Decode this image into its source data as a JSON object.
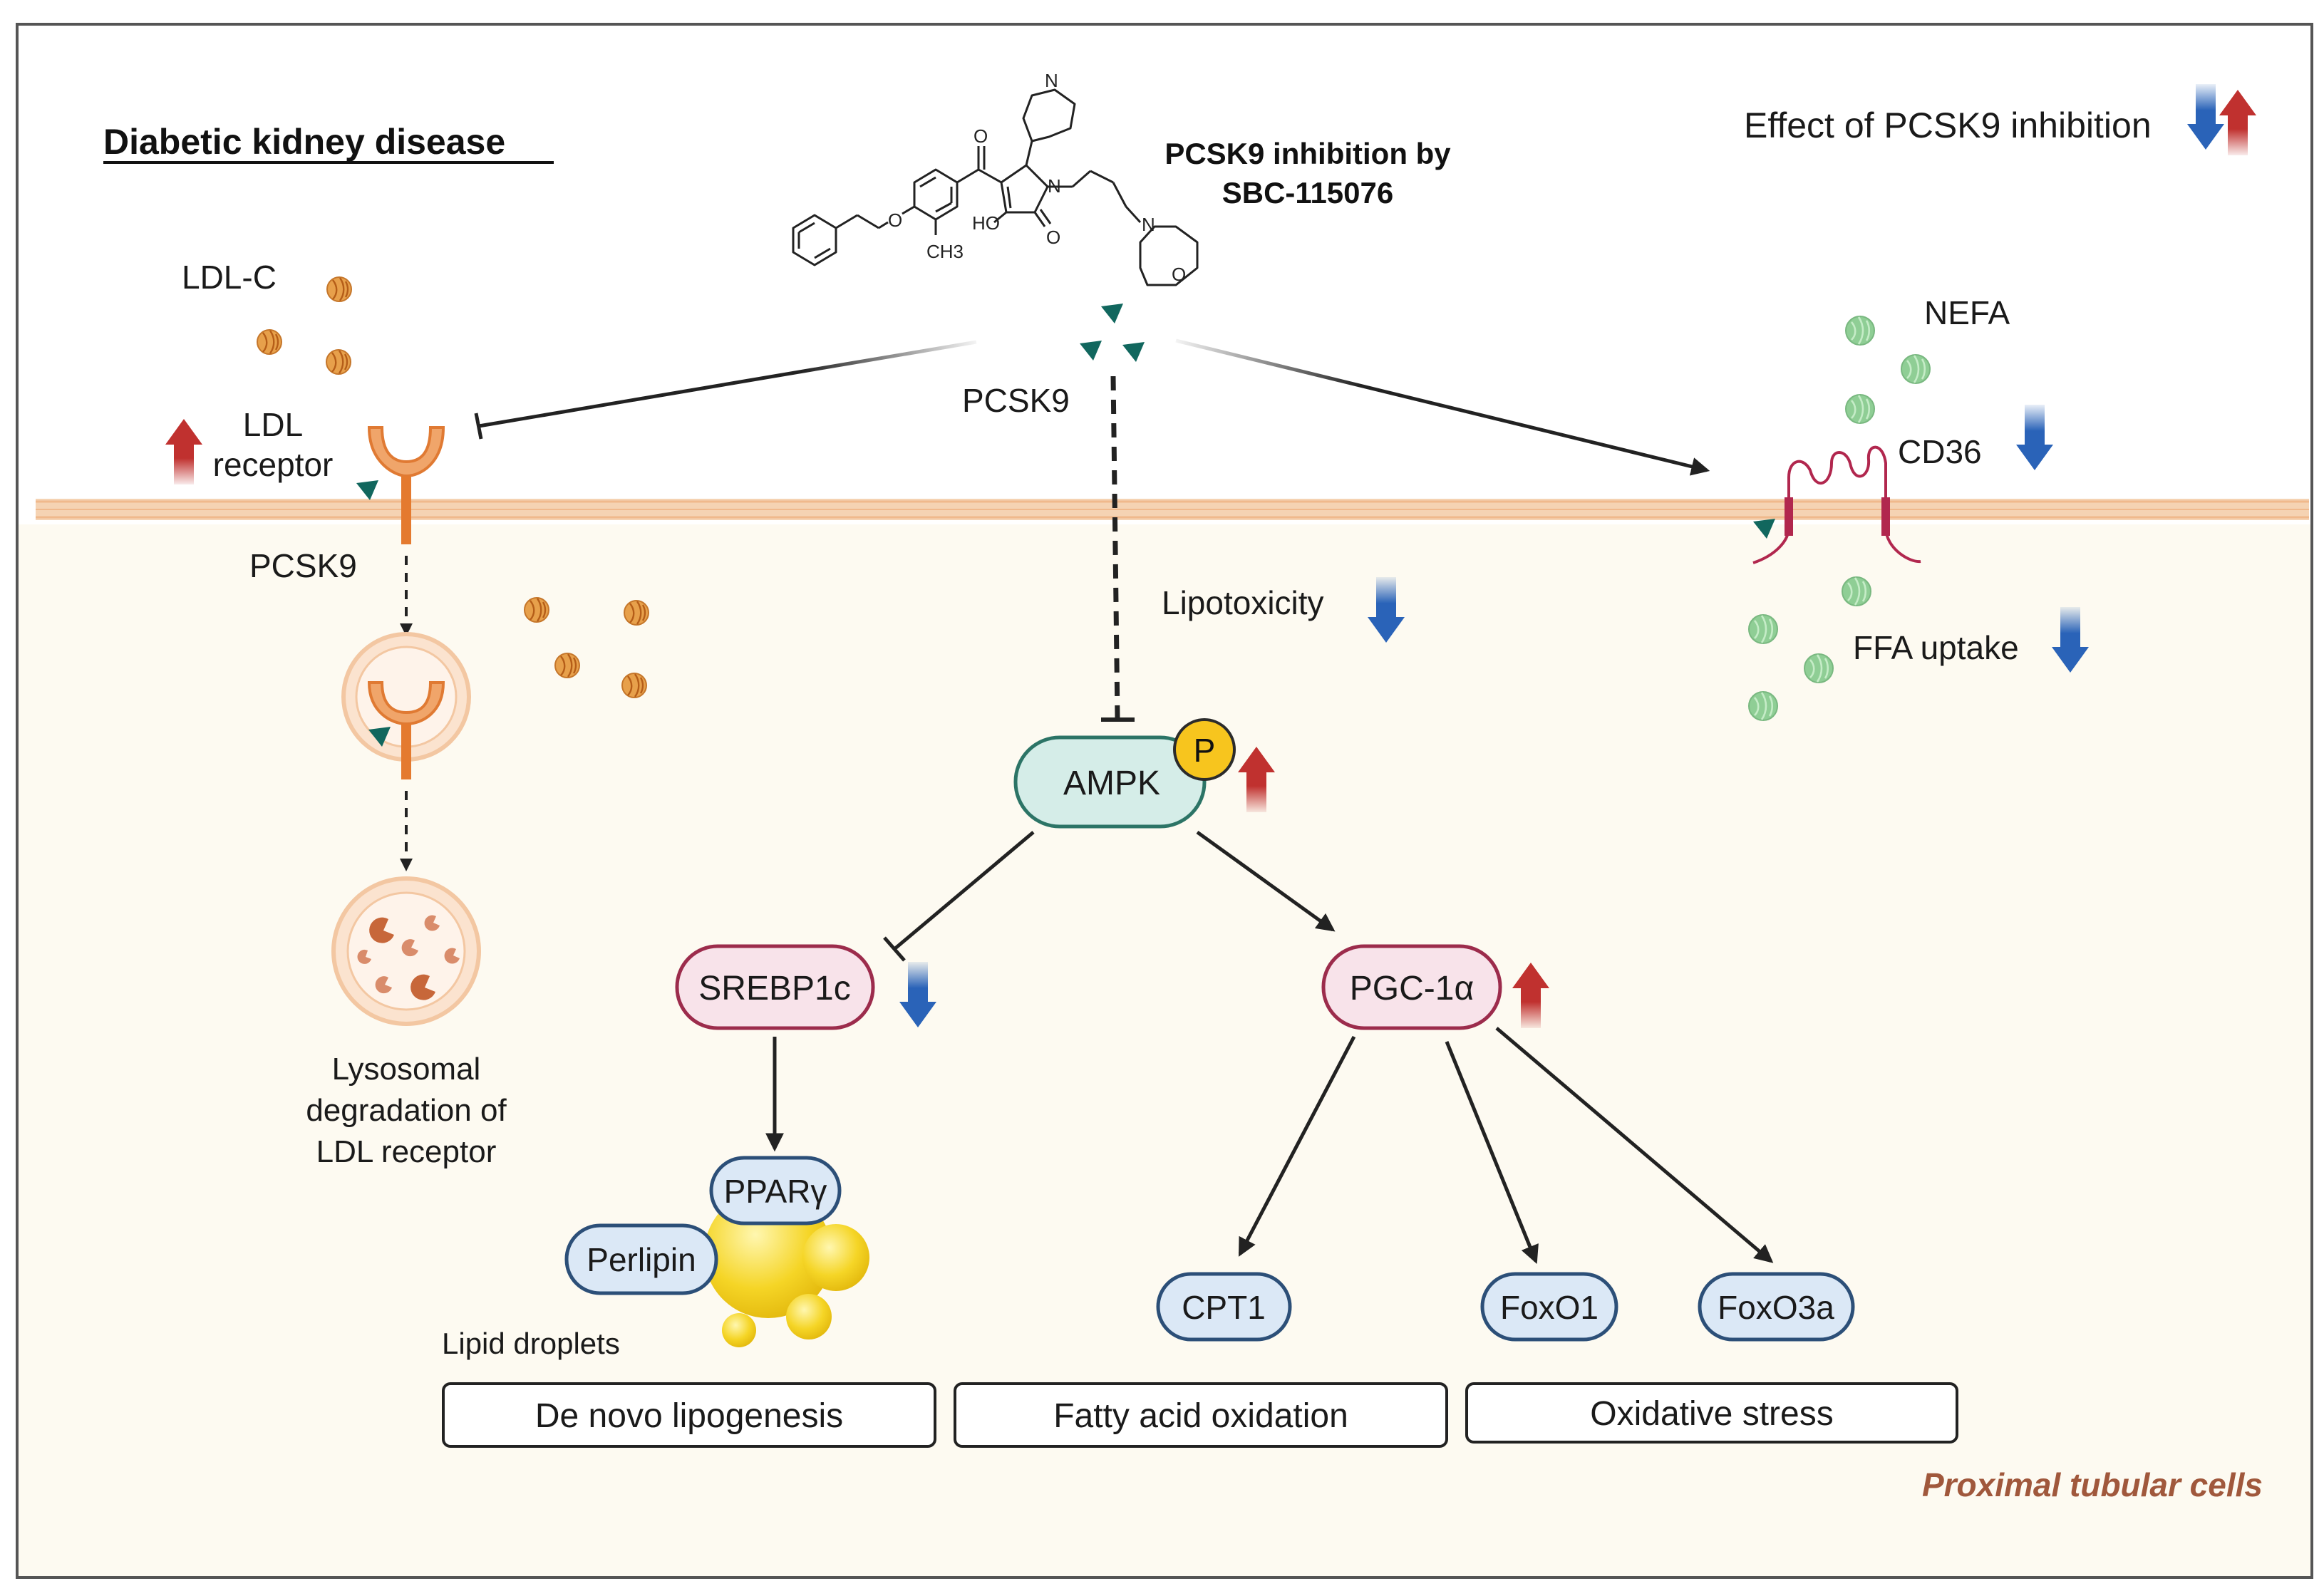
{
  "title": "Diabetic kidney disease",
  "drug": {
    "line1": "PCSK9 inhibition by",
    "line2": "SBC-115076",
    "atoms": {
      "o_ketone": "O",
      "o_ether": "O",
      "ch3": "CH3",
      "ho": "HO",
      "o_lactam": "O",
      "n_ring": "N",
      "n_morph": "N",
      "o_morph": "O",
      "n_pyr": "N"
    }
  },
  "legend": {
    "label": "Effect of PCSK9 inhibition",
    "down_color": "#2a63b8",
    "up_color": "#c0312f"
  },
  "left": {
    "ldlc": "LDL-C",
    "receptor": [
      "LDL",
      "receptor"
    ],
    "pcsk9": "PCSK9",
    "lysosome": [
      "Lysosomal",
      "degradation of",
      "LDL receptor"
    ]
  },
  "center": {
    "pcsk9": "PCSK9",
    "lipotoxicity": "Lipotoxicity",
    "ampk": "AMPK",
    "phospho": "P",
    "srebp": "SREBP1c",
    "pgc": "PGC-1α",
    "pparg": "PPARγ",
    "perlipin": "Perlipin",
    "lipid_droplets": "Lipid droplets",
    "cpt1": "CPT1",
    "foxo1": "FoxO1",
    "foxo3a": "FoxO3a"
  },
  "right": {
    "nefa": "NEFA",
    "cd36": "CD36",
    "ffa": "FFA uptake"
  },
  "outcomes": [
    "De novo lipogenesis",
    "Fatty acid oxidation",
    "Oxidative stress"
  ],
  "cell_label": "Proximal tubular cells",
  "colors": {
    "membrane": "#f5d3b3",
    "cytoplasm": "#fdfaf1",
    "ampk_fill": "#d5ede8",
    "ampk_stroke": "#2c7466",
    "pink_fill": "#f8e3ea",
    "pink_stroke": "#9c2c4c",
    "blue_fill": "#dbe8f6",
    "blue_stroke": "#2c4f78",
    "ldl": "#e7a04b",
    "nefa": "#8fce95",
    "pcsk9": "#11675e",
    "receptor": "#e47a2f",
    "cell_label": "#a0583c"
  }
}
